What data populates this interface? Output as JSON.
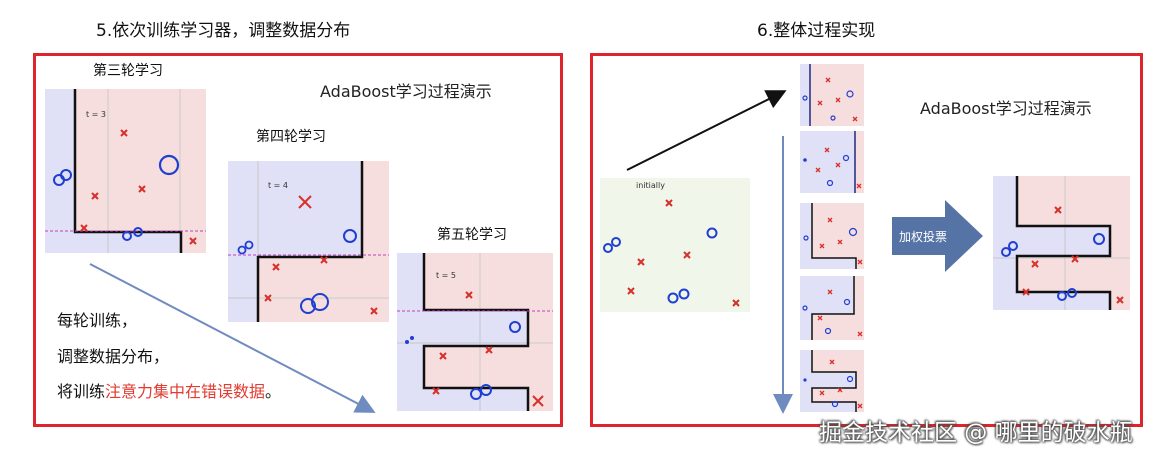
{
  "left_section": {
    "heading": "5.依次训练学习器，调整数据分布",
    "title": "AdaBoost学习过程演示",
    "rounds": [
      {
        "label": "第三轮学习",
        "t_label": "t = 3"
      },
      {
        "label": "第四轮学习",
        "t_label": "t = 4"
      },
      {
        "label": "第五轮学习",
        "t_label": "t = 5"
      }
    ],
    "caption": {
      "line1": "每轮训练，",
      "line2": "调整数据分布，",
      "line3_prefix": "将训练",
      "line3_accent": "注意力集中在错误数据",
      "line3_suffix": "。"
    }
  },
  "right_section": {
    "heading": "6.整体过程实现",
    "title": "AdaBoost学习过程演示",
    "initial_label": "initially",
    "vote_label": "加权投票"
  },
  "watermark": "掘金技术社区 @ 哪里的破水瓶",
  "colors": {
    "frame": "#e0242b",
    "positive_region": "#f6dede",
    "negative_region": "#e0e0f6",
    "circle": "#1f3fd0",
    "cross": "#d8302a",
    "arrow": "#6f8bbf",
    "accent_text": "#e23b31"
  }
}
